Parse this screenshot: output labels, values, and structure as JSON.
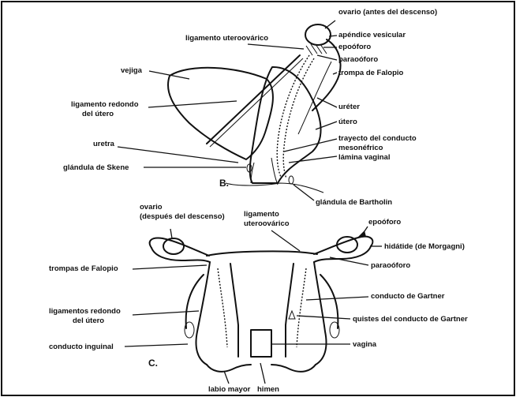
{
  "labels_b": {
    "ovario_antes": "ovario (antes del descenso)",
    "apendice_vesicular": "apéndice vesicular",
    "epooforo": "epoóforo",
    "paraooforo": "paraoóforo",
    "trompa": "trompa de Falopio",
    "ligamento_uteroovarico": "ligamento uteroovárico",
    "vejiga": "vejiga",
    "ligamento_redondo_1": "ligamento redondo",
    "ligamento_redondo_2": "del útero",
    "ureter": "uréter",
    "utero": "útero",
    "uretra": "uretra",
    "trayecto_1": "trayecto del conducto",
    "trayecto_2": "mesonéfrico",
    "skene": "glándula de Skene",
    "lamina_vaginal": "lámina vaginal",
    "bartholin": "glándula de Bartholin",
    "panel": "B."
  },
  "labels_c": {
    "ovario_despues_1": "ovario",
    "ovario_despues_2": "(después del descenso)",
    "ligamento_uteroovarico_1": "ligamento",
    "ligamento_uteroovarico_2": "uteroovárico",
    "epooforo": "epoóforo",
    "hidatide": "hidátide (de Morgagni)",
    "trompas": "trompas de Falopio",
    "paraooforo": "paraoóforo",
    "conducto_gartner": "conducto de Gartner",
    "ligamentos_redondo_1": "ligamentos redondo",
    "ligamentos_redondo_2": "del útero",
    "quistes_gartner": "quistes del conducto de Gartner",
    "conducto_inguinal": "conducto inguinal",
    "vagina": "vagina",
    "panel": "C.",
    "labio_mayor": "labio mayor",
    "himen": "himen"
  }
}
